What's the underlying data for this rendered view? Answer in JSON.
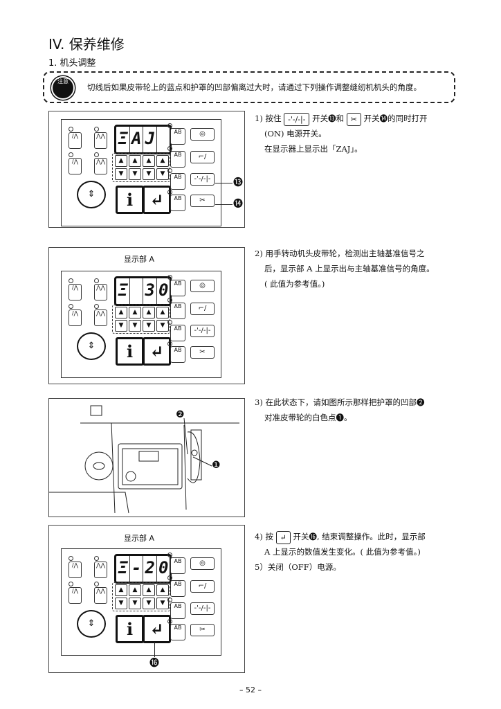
{
  "heading": "IV. 保养维修",
  "subheading": "1. 机头调整",
  "caution": {
    "icon_text": "注意",
    "text": "切线后如果皮带轮上的蓝点和护罩的凹部偏离过大时，请通过下列操作调整缝纫机机头的角度。"
  },
  "panel": {
    "info_label": "i",
    "enter_label": "↵",
    "up": "▲",
    "down": "▼",
    "scissor": "✂",
    "thread": "-'-/-|-"
  },
  "figures": [
    {
      "display": [
        "Ξ",
        "A",
        "J",
        ""
      ],
      "callouts": [
        "⓭",
        "⓮"
      ]
    },
    {
      "label": "显示部 A",
      "display": [
        "Ξ",
        "",
        "3",
        "0"
      ]
    },
    {
      "callouts": [
        "❷",
        "❶"
      ]
    },
    {
      "label": "显示部 A",
      "display": [
        "Ξ",
        "-",
        "2",
        "0"
      ],
      "callouts": [
        "⓰"
      ]
    }
  ],
  "steps": {
    "s1a": "1) 按住",
    "s1b": "开关⓭和",
    "s1c": "开关⓮的同时打开",
    "s1d": "(ON) 电源开关。",
    "s1e": "在显示器上显示出「ZAJ」。",
    "s2a": "2) 用手转动机头皮带轮，检测出主轴基准信号之",
    "s2b": "后，显示部 A 上显示出与主轴基准信号的角度。",
    "s2c": "( 此值为参考值。)",
    "s3a": "3) 在此状态下，请如图所示那样把护罩的凹部❷",
    "s3b": "对准皮带轮的白色点❶。",
    "s4a": "4) 按",
    "s4b": "开关⓰, 结束调整操作。此时，显示部",
    "s4c": "A 上显示的数值发生变化。( 此值为参考值。)",
    "s5": "5）关闭（OFF）电源。"
  },
  "page_number": "– 52 –"
}
